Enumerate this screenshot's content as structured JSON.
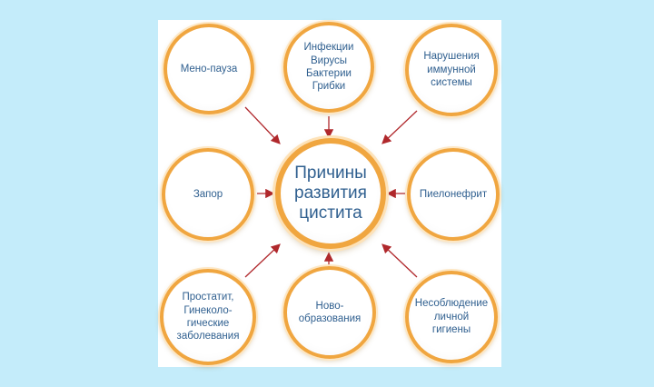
{
  "diagram": {
    "center": "Причины\nразвития\nцистита",
    "causes": {
      "menopause": "Мено-пауза",
      "infections": "Инфекции\nВирусы\nБактерии\nГрибки",
      "immune": "Нарушения\nиммунной\nсистемы",
      "constipation": "Запор",
      "pyelonephritis": "Пиелонефрит",
      "prostatitis": "Простатит,\nГинеколо-\nгические\nзаболевания",
      "neoplasms": "Ново-\nобразования",
      "hygiene": "Несоблюдение\nличной\nгигиены"
    }
  },
  "colors": {
    "background": "#c4ecfa",
    "ring": "#f0a640",
    "text": "#2f5f8f",
    "arrow": "#b0282c"
  }
}
